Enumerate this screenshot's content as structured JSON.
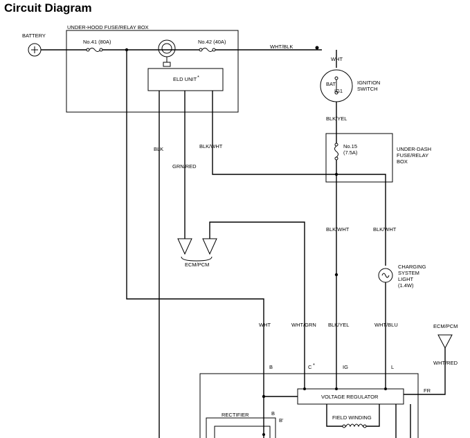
{
  "title": "Circuit Diagram",
  "labels": {
    "battery": "BATTERY",
    "under_hood_box": "UNDER-HOOD FUSE/RELAY BOX",
    "fuse_41": "No.41 (80A)",
    "fuse_42": "No.42 (40A)",
    "wire_wht_blk": "WHT/BLK",
    "wire_wht_top": "WHT",
    "bat": "BAT",
    "ig1": "IG1",
    "ignition_switch_1": "IGNITION",
    "ignition_switch_2": "SWITCH",
    "eld_unit": "ELD UNIT",
    "asterisk": "*",
    "wire_blk": "BLK",
    "wire_blk_yel_top": "BLK/YEL",
    "wire_grn_red": "GRN/RED",
    "wire_blk_wht_left": "BLK/WHT",
    "fuse_15_1": "No.15",
    "fuse_15_2": "(7.5A)",
    "under_dash_1": "UNDER-DASH",
    "under_dash_2": "FUSE/RELAY",
    "under_dash_3": "BOX",
    "wire_blk_wht_mid": "BLK/WHT",
    "wire_blk_wht_right": "BLK/WHT",
    "ecm_pcm_left": "ECM/PCM",
    "charging_1": "CHARGING",
    "charging_2": "SYSTEM",
    "charging_3": "LIGHT",
    "charging_4": "(1.4W)",
    "wire_wht_bottom": "WHT",
    "wire_wht_grn": "WHT/GRN",
    "wire_blk_yel_bottom": "BLK/YEL",
    "wire_wht_blu": "WHT/BLU",
    "ecm_pcm_right": "ECM/PCM",
    "wire_wht_red": "WHT/RED",
    "term_b": "B",
    "term_c": "C",
    "term_ig": "IG",
    "term_l": "L",
    "term_fr": "FR",
    "voltage_regulator": "VOLTAGE REGULATOR",
    "rectifier": "RECTIFIER",
    "term_b2": "B",
    "term_b_prime": "B'",
    "field_winding": "FIELD WINDING"
  }
}
